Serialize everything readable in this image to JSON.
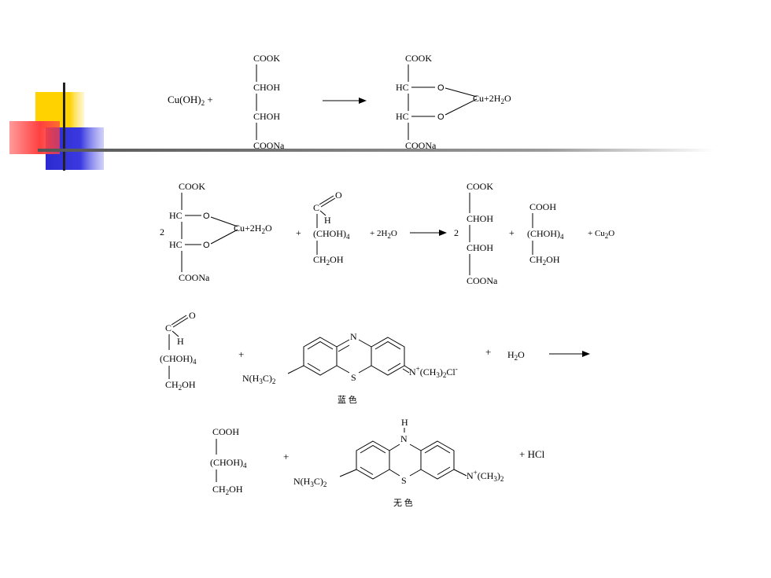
{
  "slide": {
    "decor": {
      "colors": {
        "yellow": "#FFD200",
        "red": "#FF4040",
        "blue": "#2A2AD0",
        "rule": "#555555"
      }
    }
  },
  "reaction1": {
    "reagent_prefix": "Cu(OH)",
    "reagent_sub": "2",
    "reagent_suffix": " +",
    "tartrate": {
      "top": "COOK",
      "c1": "CHOH",
      "c2": "CHOH",
      "bottom": "COONa"
    },
    "complex": {
      "top": "COOK",
      "c1": "HC",
      "c2": "HC",
      "o1": "O",
      "o2": "O",
      "cu": "Cu+2H",
      "cu_sub": "2",
      "cu_end": "O",
      "bottom": "COONa"
    }
  },
  "reaction2": {
    "coef": "2",
    "complex": {
      "top": "COOK",
      "c1": "HC",
      "c2": "HC",
      "o1": "O",
      "o2": "O",
      "cu": "Cu+2H",
      "cu_sub": "2",
      "cu_end": "O",
      "bottom": "COONa"
    },
    "plus1": "+",
    "glucose": {
      "o": "O",
      "c": "C",
      "h": "H",
      "chain": "(CHOH)",
      "chain_sub": "4",
      "end": "CH",
      "end_sub": "2",
      "end_tail": "OH"
    },
    "water": "+ 2H",
    "water_sub": "2",
    "water_end": "O",
    "coef2": "2",
    "tartrate": {
      "top": "COOK",
      "c1": "CHOH",
      "c2": "CHOH",
      "bottom": "COONa"
    },
    "plus2": "+",
    "gluconic": {
      "top": "COOH",
      "chain": "(CHOH)",
      "chain_sub": "4",
      "end": "CH",
      "end_sub": "2",
      "end_tail": "OH"
    },
    "cu2o": "+  Cu",
    "cu2o_sub": "2",
    "cu2o_end": "O"
  },
  "reaction3": {
    "glucose": {
      "o": "O",
      "c": "C",
      "h": "H",
      "chain": "(CHOH)",
      "chain_sub": "4",
      "end": "CH",
      "end_sub": "2",
      "end_tail": "OH"
    },
    "plus1": "+",
    "dye": {
      "n_top": "N",
      "s_bottom": "S",
      "left": "N(H",
      "left_sub": "3",
      "left_end": "C)",
      "left_sub2": "2",
      "right": "N",
      "right_sup": "+",
      "right_mid": "(CH",
      "right_sub": "3",
      "right_mid2": ")",
      "right_sub2": "2",
      "right_end": "Cl",
      "right_sup2": "-"
    },
    "caption": "蓝 色",
    "plus2": "+",
    "water": "H",
    "water_sub": "2",
    "water_end": "O"
  },
  "reaction4": {
    "gluconic": {
      "top": "COOH",
      "chain": "(CHOH)",
      "chain_sub": "4",
      "end": "CH",
      "end_sub": "2",
      "end_tail": "OH"
    },
    "plus1": "+",
    "leuco": {
      "h_top": "H",
      "n_top": "N",
      "s_bottom": "S",
      "left": "N(H",
      "left_sub": "3",
      "left_end": "C)",
      "left_sub2": "2",
      "right": "N",
      "right_sup": "+",
      "right_mid": "(CH",
      "right_sub": "3",
      "right_mid2": ")",
      "right_sub2": "2"
    },
    "caption": "无 色",
    "hcl": "+  HCl"
  }
}
